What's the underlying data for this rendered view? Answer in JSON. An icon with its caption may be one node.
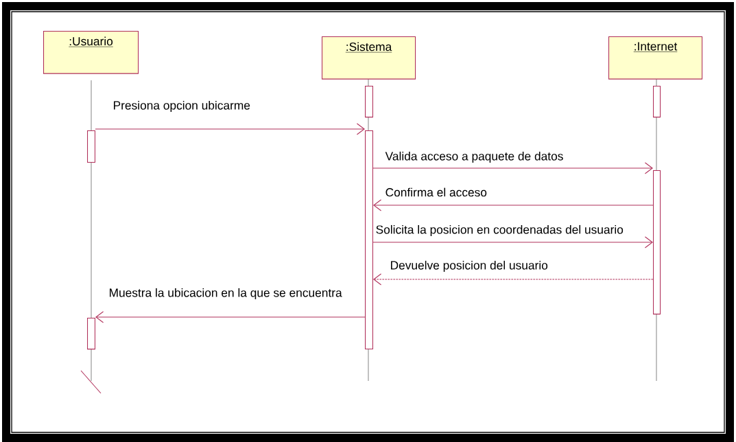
{
  "diagram": {
    "nodes": [
      {
        "text": [
          ":Usuario"
        ]
      },
      {
        "text": [
          ":Sistema"
        ]
      },
      {
        "text": [
          ":Internet"
        ]
      },
      {
        "text": [],
        "shape": "bar"
      },
      {
        "text": [],
        "shape": "bar"
      },
      {
        "text": [],
        "shape": "bar"
      },
      {
        "text": [],
        "shape": "bar"
      },
      {
        "text": [],
        "shape": "bar"
      },
      {
        "text": [],
        "shape": "bar"
      }
    ],
    "edges": [
      {
        "from": 3,
        "to": 6,
        "arrow": "to",
        "label": "Presiona opcion ubicarme"
      },
      {
        "from": 6,
        "to": 8,
        "arrow": "to",
        "label": "Valida acceso a paquete de datos"
      },
      {
        "from": 8,
        "to": 6,
        "arrow": "to",
        "label": "Confirma el acceso"
      },
      {
        "from": 6,
        "to": 8,
        "arrow": "to",
        "label": "Solicita la posicion en coordenadas del usuario"
      },
      {
        "from": 8,
        "to": 6,
        "arrow": "to",
        "label": "Devuelve posicion del usuario",
        "style": "dashed"
      },
      {
        "from": 6,
        "to": 4,
        "arrow": "to",
        "label": "Muestra la ubicacion en la que se encuentra"
      }
    ]
  }
}
